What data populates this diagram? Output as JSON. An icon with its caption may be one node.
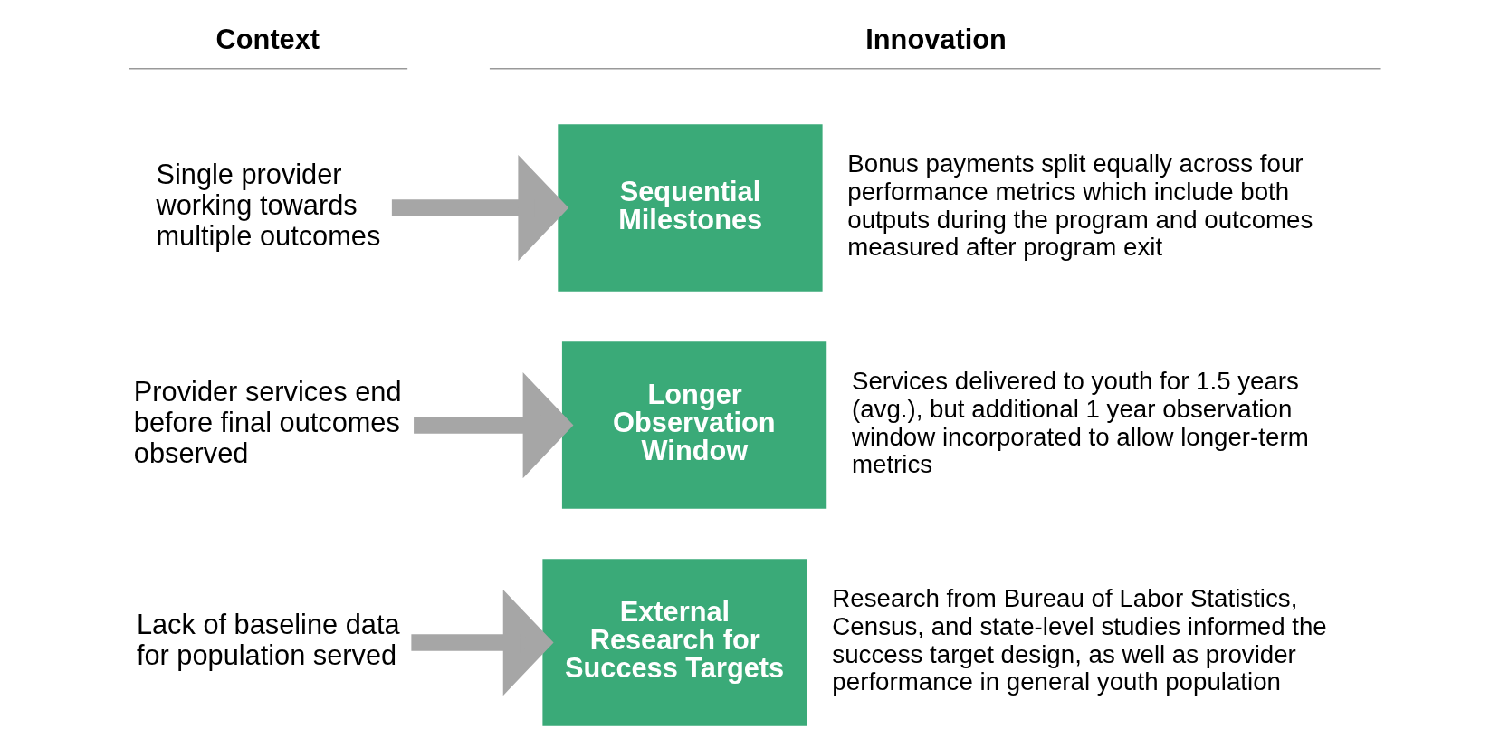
{
  "diagram": {
    "nodes": [
      {
        "text": [
          "Single provider working towards multiple outcomes"
        ]
      },
      {
        "text": [
          "Sequential Milestones"
        ],
        "beside": [
          "Bonus payments split equally across four performance metrics which include both outputs during the program and outcomes measured after program exit"
        ]
      },
      {
        "text": [
          "Provider services end before final outcomes observed"
        ]
      },
      {
        "text": [
          "Longer Observation Window"
        ],
        "beside": [
          "Services delivered to youth for 1.5 years (avg.), but additional 1 year observation window incorporated to allow longer-term metrics"
        ]
      },
      {
        "text": [
          "Lack of baseline data for population served"
        ]
      },
      {
        "text": [
          "External Research for Success Targets"
        ],
        "beside": [
          "Research from Bureau of Labor Statistics, Census, and state-level studies informed the success target design, as well as provider performance in general youth population"
        ]
      }
    ],
    "edges": [
      {
        "from": 0,
        "to": 1,
        "arrow": "to"
      },
      {
        "from": 2,
        "to": 3,
        "arrow": "to"
      },
      {
        "from": 4,
        "to": 5,
        "arrow": "to"
      }
    ],
    "labels": [
      "Context",
      "Innovation"
    ]
  }
}
